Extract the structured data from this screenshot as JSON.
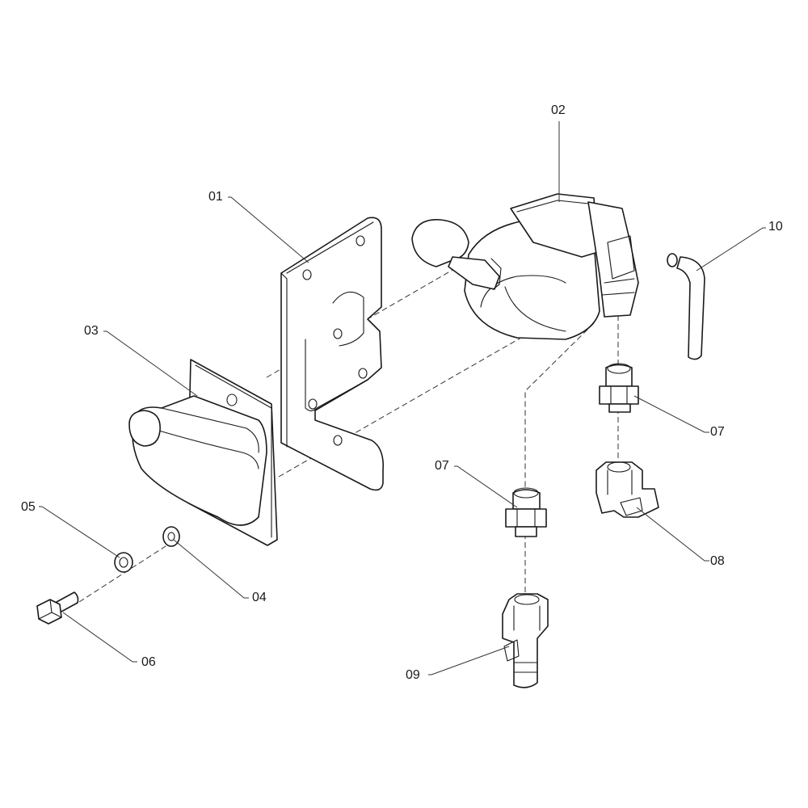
{
  "colors": {
    "line": "#1a1a1a",
    "background": "#ffffff"
  },
  "callouts": {
    "c01": "01",
    "c02": "02",
    "c03": "03",
    "c04": "04",
    "c05": "05",
    "c06": "06",
    "c07a": "07",
    "c07b": "07",
    "c08": "08",
    "c09": "09",
    "c10": "10"
  }
}
